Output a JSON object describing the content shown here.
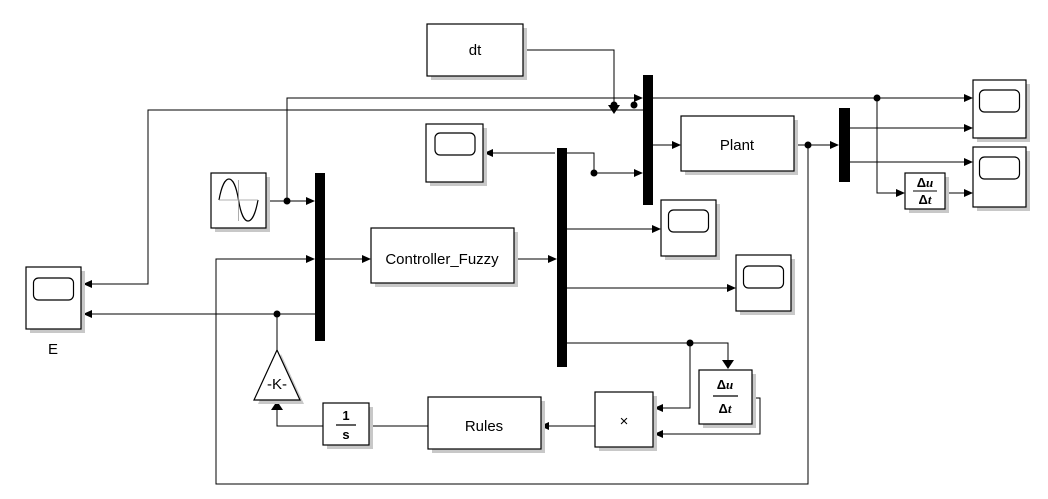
{
  "blocks": {
    "dt": {
      "label": "dt"
    },
    "plant": {
      "label": "Plant"
    },
    "controller": {
      "label": "Controller_Fuzzy"
    },
    "rules": {
      "label": "Rules"
    },
    "gain": {
      "label": "-K-"
    },
    "integrator": {
      "numerator": "1",
      "denominator": "s"
    },
    "product": {
      "label": "×"
    },
    "scope_e": {
      "label": "E"
    },
    "derivative_1": {
      "numerator": "Δ",
      "numerator_var": "u",
      "denominator": "Δ",
      "denominator_var": "t"
    },
    "derivative_2": {
      "numerator": "Δ",
      "numerator_var": "u",
      "denominator": "Δ",
      "denominator_var": "t"
    }
  },
  "icons": {
    "source": "sine-wave-icon",
    "scope": "scope-screen-icon"
  }
}
